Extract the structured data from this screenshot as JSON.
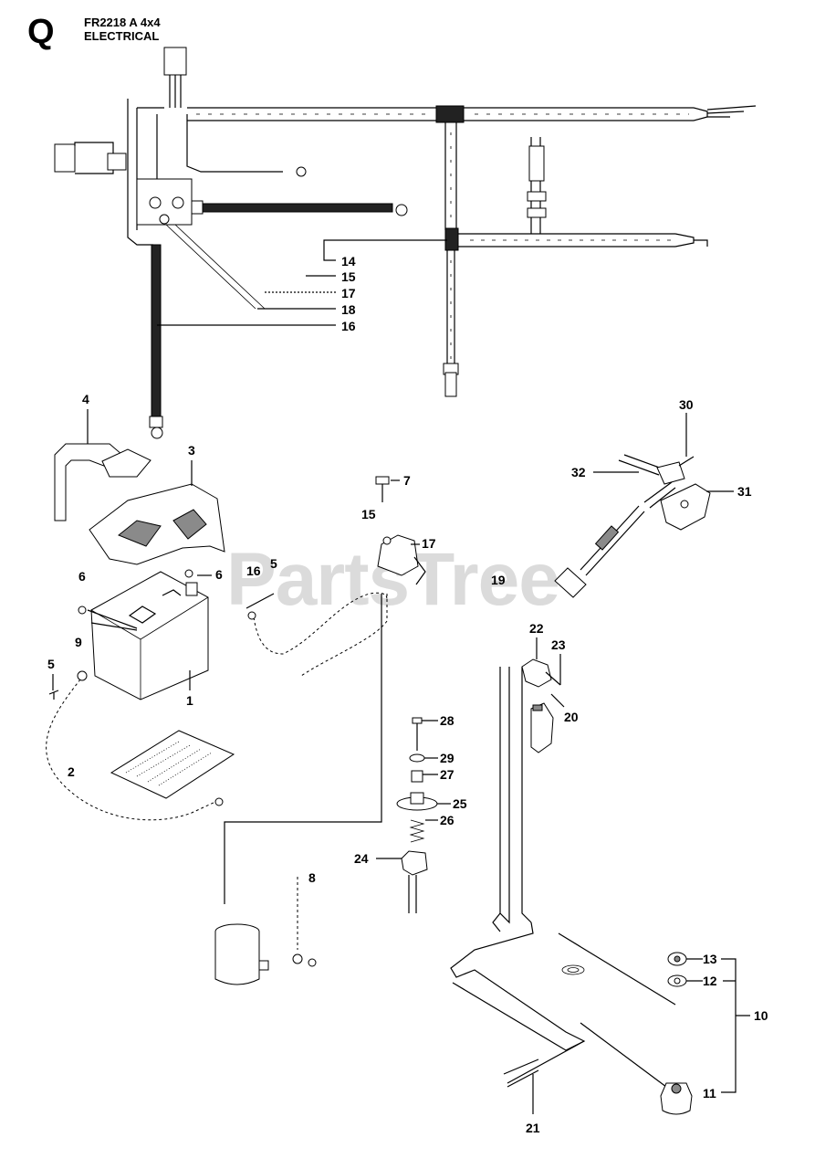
{
  "header": {
    "section_letter": "Q",
    "model": "FR2218 A 4x4",
    "section": "ELECTRICAL"
  },
  "watermark": "PartsTree",
  "callouts": {
    "c1": "1",
    "c2": "2",
    "c3": "3",
    "c4": "4",
    "c5a": "5",
    "c5b": "5",
    "c6a": "6",
    "c6b": "6",
    "c7": "7",
    "c8": "8",
    "c9": "9",
    "c10": "10",
    "c11": "11",
    "c12": "12",
    "c13": "13",
    "c14": "14",
    "c15a": "15",
    "c15b": "15",
    "c16a": "16",
    "c16b": "16",
    "c17a": "17",
    "c17b": "17",
    "c18": "18",
    "c19": "19",
    "c20": "20",
    "c21": "21",
    "c22": "22",
    "c23": "23",
    "c24": "24",
    "c25": "25",
    "c26": "26",
    "c27": "27",
    "c28": "28",
    "c29": "29",
    "c30": "30",
    "c31": "31",
    "c32": "32"
  }
}
